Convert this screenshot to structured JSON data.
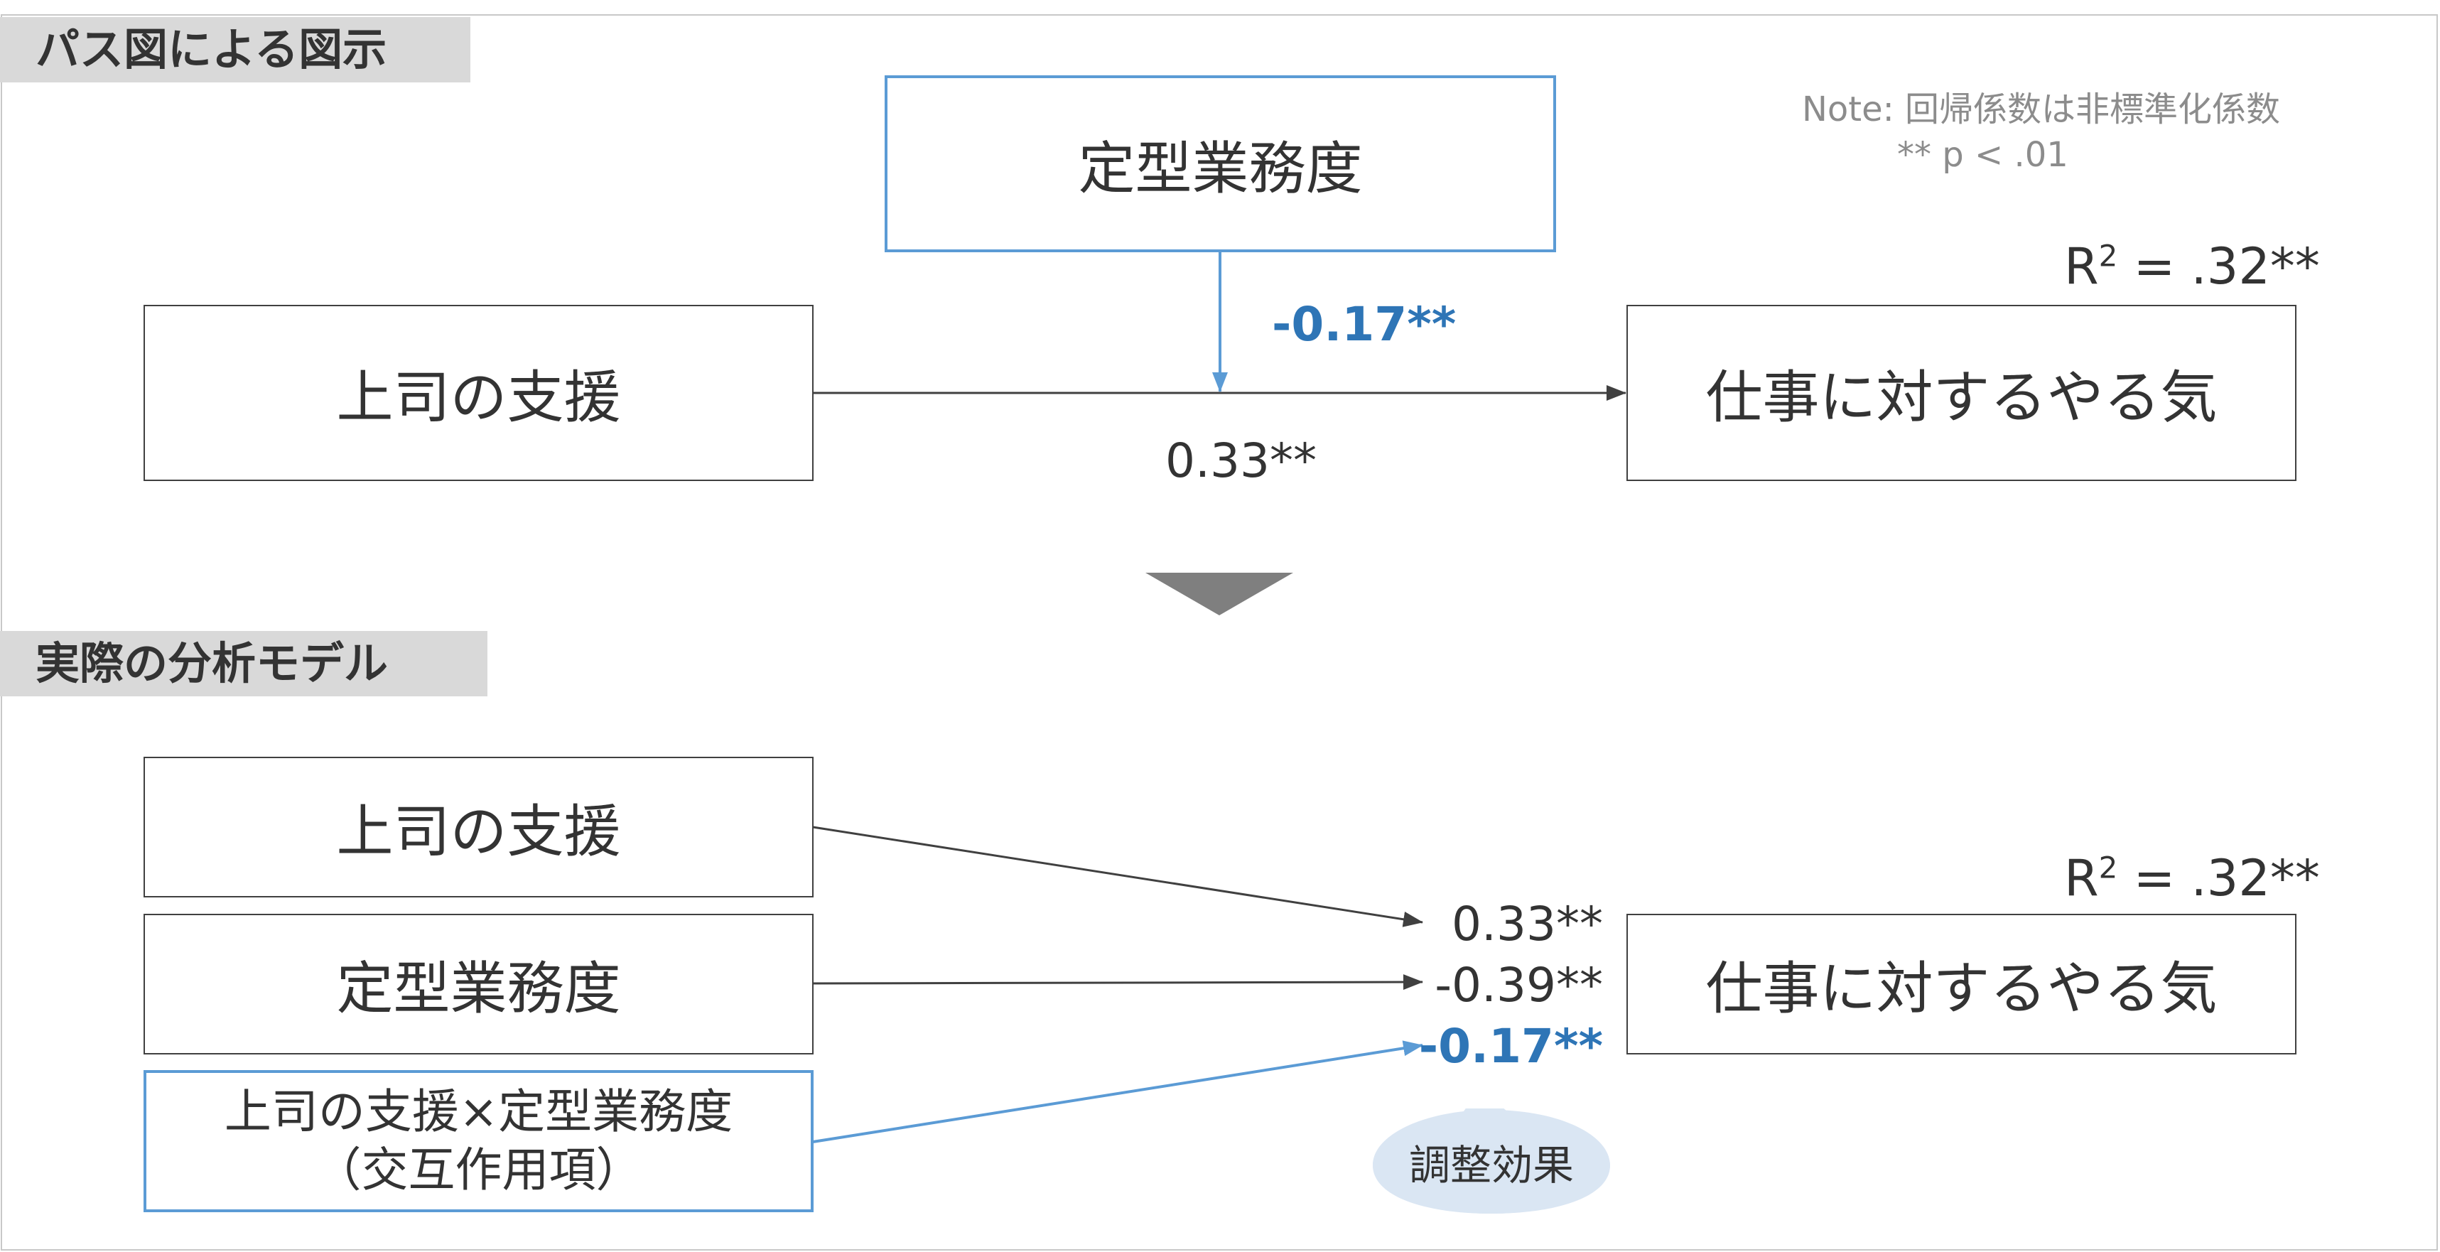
{
  "section1": {
    "label": "パス図による図示"
  },
  "section2": {
    "label": "実際の分析モデル"
  },
  "note": {
    "line1": "Note: 回帰係数は非標準化係数",
    "line2": "** p < .01"
  },
  "top_diagram": {
    "moderator": "定型業務度",
    "predictor": "上司の支援",
    "outcome": "仕事に対するやる気",
    "moderation_coef": "-0.17**",
    "path_coef": "0.33**",
    "r2_prefix": "R",
    "r2_sup": "2",
    "r2_suffix": " = .32**"
  },
  "bottom_diagram": {
    "predictor1": "上司の支援",
    "predictor2": "定型業務度",
    "interaction_line1": "上司の支援×定型業務度",
    "interaction_line2": "（交互作用項）",
    "outcome": "仕事に対するやる気",
    "coef1": "0.33**",
    "coef2": "-0.39**",
    "coef3": "-0.17**",
    "r2_prefix": "R",
    "r2_sup": "2",
    "r2_suffix": " = .32**",
    "callout": "調整効果"
  },
  "colors": {
    "accent_blue": "#5b9bd5",
    "highlight_text": "#2e75b6",
    "label_bg": "#d9d9d9",
    "arrow": "#404040"
  }
}
